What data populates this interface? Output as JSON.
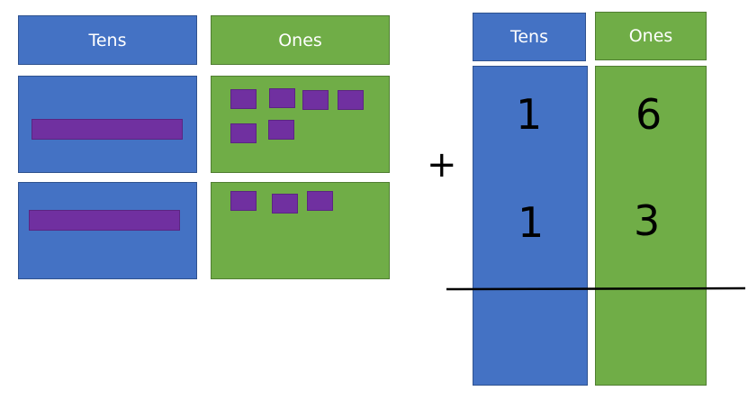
{
  "left_chart": {
    "tens_header": "Tens",
    "ones_header": "Ones",
    "rows": [
      {
        "tens_rods": 1,
        "ones_units": 6
      },
      {
        "tens_rods": 1,
        "ones_units": 3
      }
    ]
  },
  "right_chart": {
    "tens_header": "Tens",
    "ones_header": "Ones",
    "operator": "+",
    "rows": [
      {
        "tens": "1",
        "ones": "6"
      },
      {
        "tens": "1",
        "ones": "3"
      }
    ]
  },
  "colors": {
    "tens_column": "#4472c4",
    "ones_column": "#70ad47",
    "block": "#7030a0"
  }
}
